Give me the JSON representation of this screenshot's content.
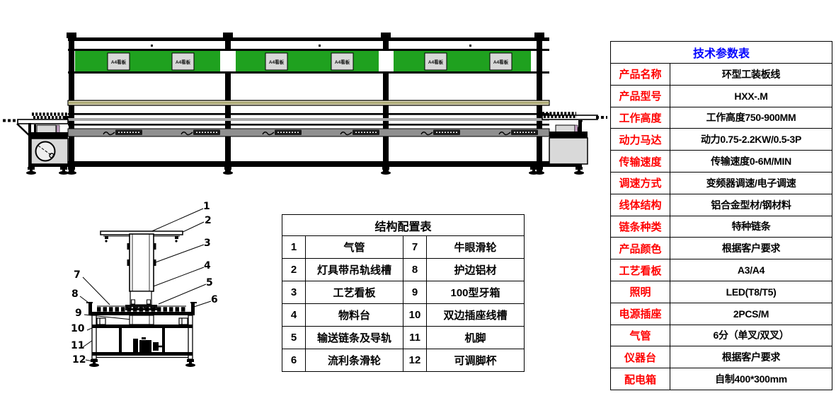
{
  "machine": {
    "sign_label": "A4看板",
    "colors": {
      "panel_green": "#1fa11f",
      "sign_gray": "#d8d8d8",
      "conveyor_gray": "#8f8f8f",
      "rail_tan": "#d8d3b2",
      "rail_olive": "#8b8b4a",
      "box_gray": "#d9d9d9",
      "accent_purple": "#c9a5c9",
      "frame_black": "#000000"
    }
  },
  "section_view": {
    "callouts": [
      "1",
      "2",
      "3",
      "4",
      "5",
      "6",
      "7",
      "8",
      "9",
      "10",
      "11",
      "12"
    ]
  },
  "config_table": {
    "title": "结构配置表",
    "items": [
      {
        "no": "1",
        "name": "气管"
      },
      {
        "no": "2",
        "name": "灯具带吊轨线槽"
      },
      {
        "no": "3",
        "name": "工艺看板"
      },
      {
        "no": "4",
        "name": "物料台"
      },
      {
        "no": "5",
        "name": "输送链条及导轨"
      },
      {
        "no": "6",
        "name": "流利条滑轮"
      },
      {
        "no": "7",
        "name": "牛眼滑轮"
      },
      {
        "no": "8",
        "name": "护边铝材"
      },
      {
        "no": "9",
        "name": "100型牙箱"
      },
      {
        "no": "10",
        "name": "双边插座线槽"
      },
      {
        "no": "11",
        "name": "机脚"
      },
      {
        "no": "12",
        "name": "可调脚杯"
      }
    ]
  },
  "params_table": {
    "title": "技术参数表",
    "header_color": "#0000ff",
    "label_color": "#ff0000",
    "rows": [
      {
        "label": "产品名称",
        "value": "环型工装板线"
      },
      {
        "label": "产品型号",
        "value": "HXX-.M"
      },
      {
        "label": "工作高度",
        "value": "工作高度750-900MM"
      },
      {
        "label": "动力马达",
        "value": "动力0.75-2.2KW/0.5-3P"
      },
      {
        "label": "传输速度",
        "value": "传输速度0-6M/MIN"
      },
      {
        "label": "调速方式",
        "value": "变频器调速/电子调速"
      },
      {
        "label": "线体结构",
        "value": "铝合金型材/钢材料"
      },
      {
        "label": "链条种类",
        "value": "特种链条"
      },
      {
        "label": "产品颜色",
        "value": "根据客户要求"
      },
      {
        "label": "工艺看板",
        "value": "A3/A4"
      },
      {
        "label": "照明",
        "value": "LED(T8/T5)"
      },
      {
        "label": "电源插座",
        "value": "2PCS/M"
      },
      {
        "label": "气管",
        "value": "6分（单叉/双叉）"
      },
      {
        "label": "仪器台",
        "value": "根据客户要求"
      },
      {
        "label": "配电箱",
        "value": "自制400*300mm"
      }
    ]
  }
}
